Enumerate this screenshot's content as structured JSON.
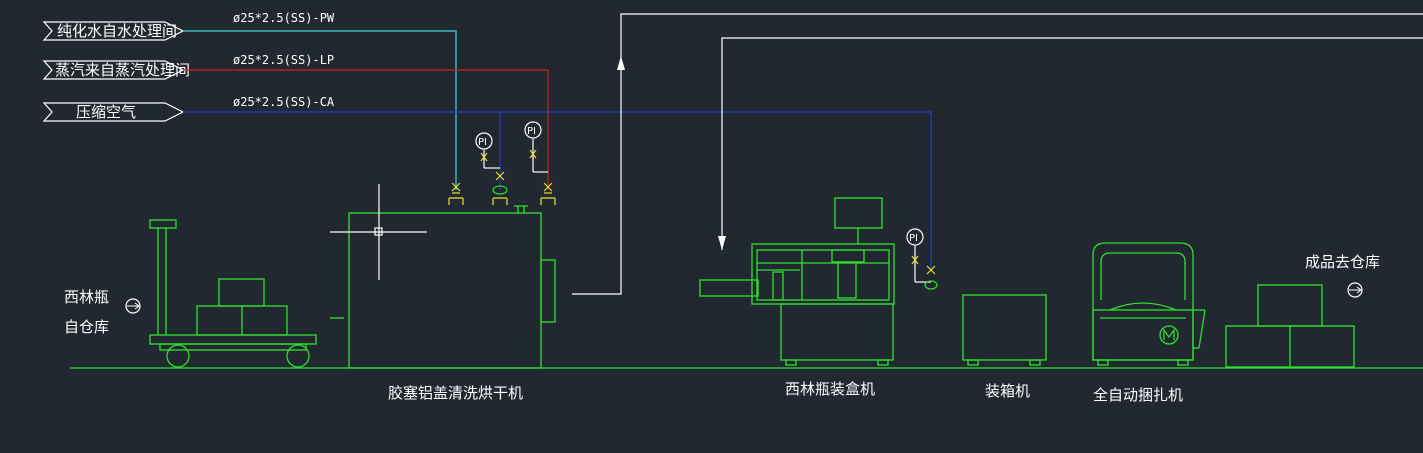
{
  "sources": [
    {
      "label": "纯化水自水处理间",
      "spec": "ø25*2.5(SS)-PW",
      "color": "#3fd6e0"
    },
    {
      "label": "蒸汽来自蒸汽处理间",
      "spec": "ø25*2.5(SS)-LP",
      "color": "#d02020"
    },
    {
      "label": "压缩空气",
      "spec": "ø25*2.5(SS)-CA",
      "color": "#2040c8"
    }
  ],
  "instruments": [
    "PI",
    "PI",
    "PI"
  ],
  "labels": {
    "vial_from_store_1": "西林瓶",
    "vial_from_store_2": "自仓库",
    "washer": "胶塞铝盖清洗烘干机",
    "boxer": "西林瓶装盒机",
    "caser": "装箱机",
    "strapper": "全自动捆扎机",
    "to_store": "成品去仓库"
  },
  "colors": {
    "equipment": "#2fe02f",
    "valve": "#e8e030",
    "line": "#ffffff",
    "background": "#212830"
  }
}
